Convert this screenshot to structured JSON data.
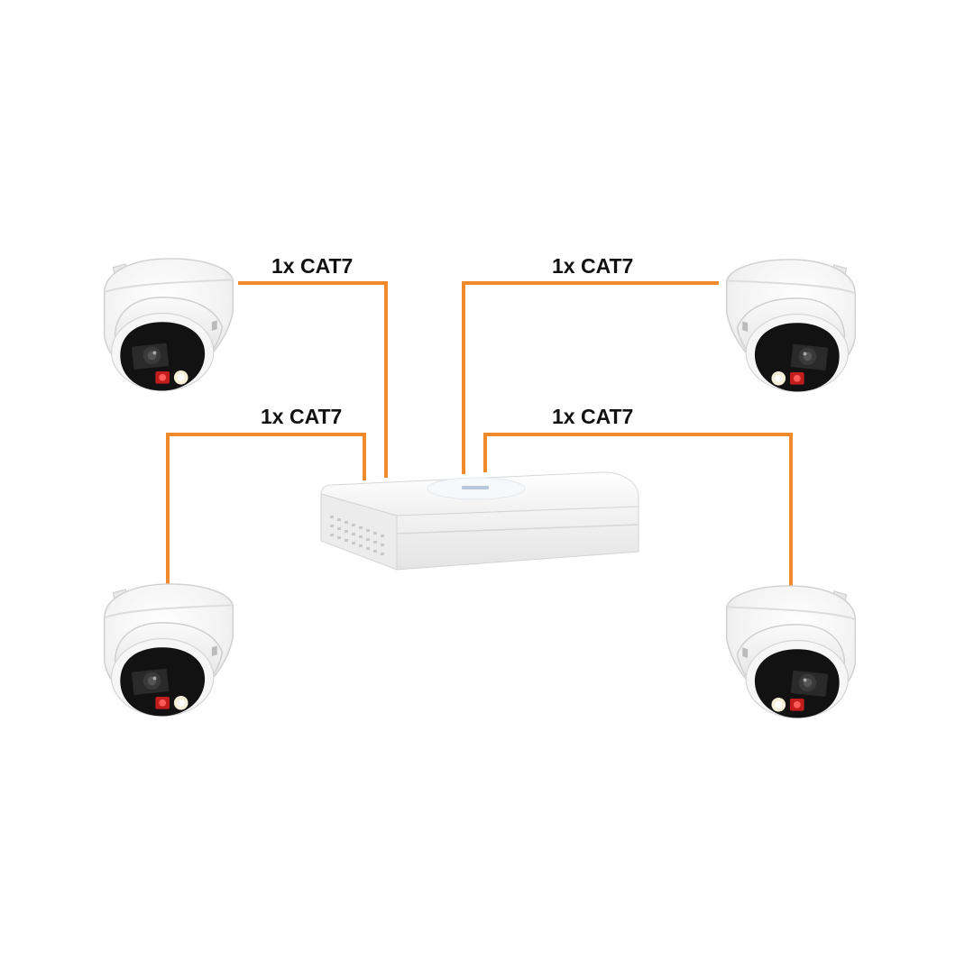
{
  "diagram": {
    "cable_color": "#f08a2c",
    "cables": [
      {
        "id": "top-left",
        "label": "1x CAT7"
      },
      {
        "id": "top-right",
        "label": "1x CAT7"
      },
      {
        "id": "bottom-left",
        "label": "1x CAT7"
      },
      {
        "id": "bottom-right",
        "label": "1x CAT7"
      }
    ],
    "devices": {
      "recorder": {
        "icon": "nvr-recorder-icon"
      },
      "cameras": [
        {
          "id": "top-left",
          "icon": "dome-camera-icon"
        },
        {
          "id": "top-right",
          "icon": "dome-camera-icon"
        },
        {
          "id": "bottom-left",
          "icon": "dome-camera-icon"
        },
        {
          "id": "bottom-right",
          "icon": "dome-camera-icon"
        }
      ]
    }
  }
}
